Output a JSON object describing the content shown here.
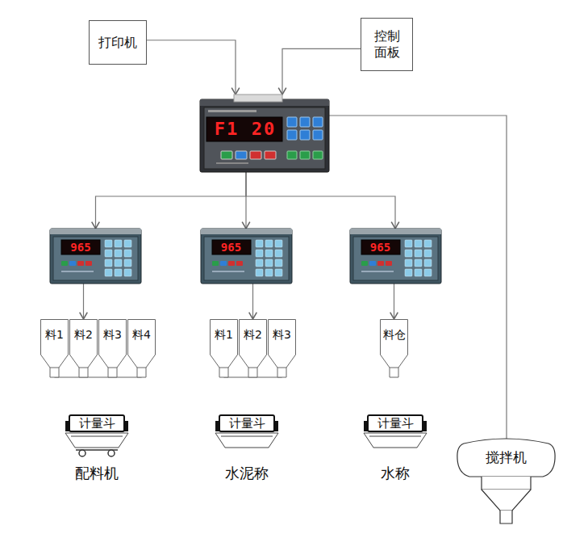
{
  "diagram": {
    "nodes": [
      {
        "text": [
          "打印机"
        ]
      },
      {
        "text": [
          "控制 面板"
        ]
      },
      {
        "text": [
          "F1",
          "20"
        ]
      },
      {
        "text": [
          "965"
        ]
      },
      {
        "text": [
          "965"
        ]
      },
      {
        "text": [
          "965"
        ]
      },
      {
        "text": [
          "料1"
        ]
      },
      {
        "text": [
          "料2"
        ]
      },
      {
        "text": [
          "料3"
        ]
      },
      {
        "text": [
          "料4"
        ]
      },
      {
        "text": [
          "料1"
        ]
      },
      {
        "text": [
          "料2"
        ]
      },
      {
        "text": [
          "料3"
        ]
      },
      {
        "text": [
          "料仓"
        ]
      },
      {
        "text": [
          "计量斗"
        ]
      },
      {
        "text": [
          "计量斗"
        ]
      },
      {
        "text": [
          "计量斗"
        ]
      },
      {
        "text": [
          "搅拌机"
        ]
      }
    ],
    "edges": [
      {
        "from": 0,
        "to": 2,
        "arrow": "to"
      },
      {
        "from": 1,
        "to": 2,
        "arrow": "to"
      },
      {
        "from": 2,
        "to": 3,
        "arrow": "to"
      },
      {
        "from": 2,
        "to": 4,
        "arrow": "to"
      },
      {
        "from": 2,
        "to": 5,
        "arrow": "to"
      },
      {
        "from": 2,
        "to": 17,
        "arrow": "none"
      },
      {
        "from": 3,
        "to": 7,
        "arrow": "to"
      },
      {
        "from": 4,
        "to": 11,
        "arrow": "to"
      },
      {
        "from": 5,
        "to": 13,
        "arrow": "to"
      }
    ],
    "labels": [
      "配料机",
      "水泥称",
      "水称"
    ]
  }
}
